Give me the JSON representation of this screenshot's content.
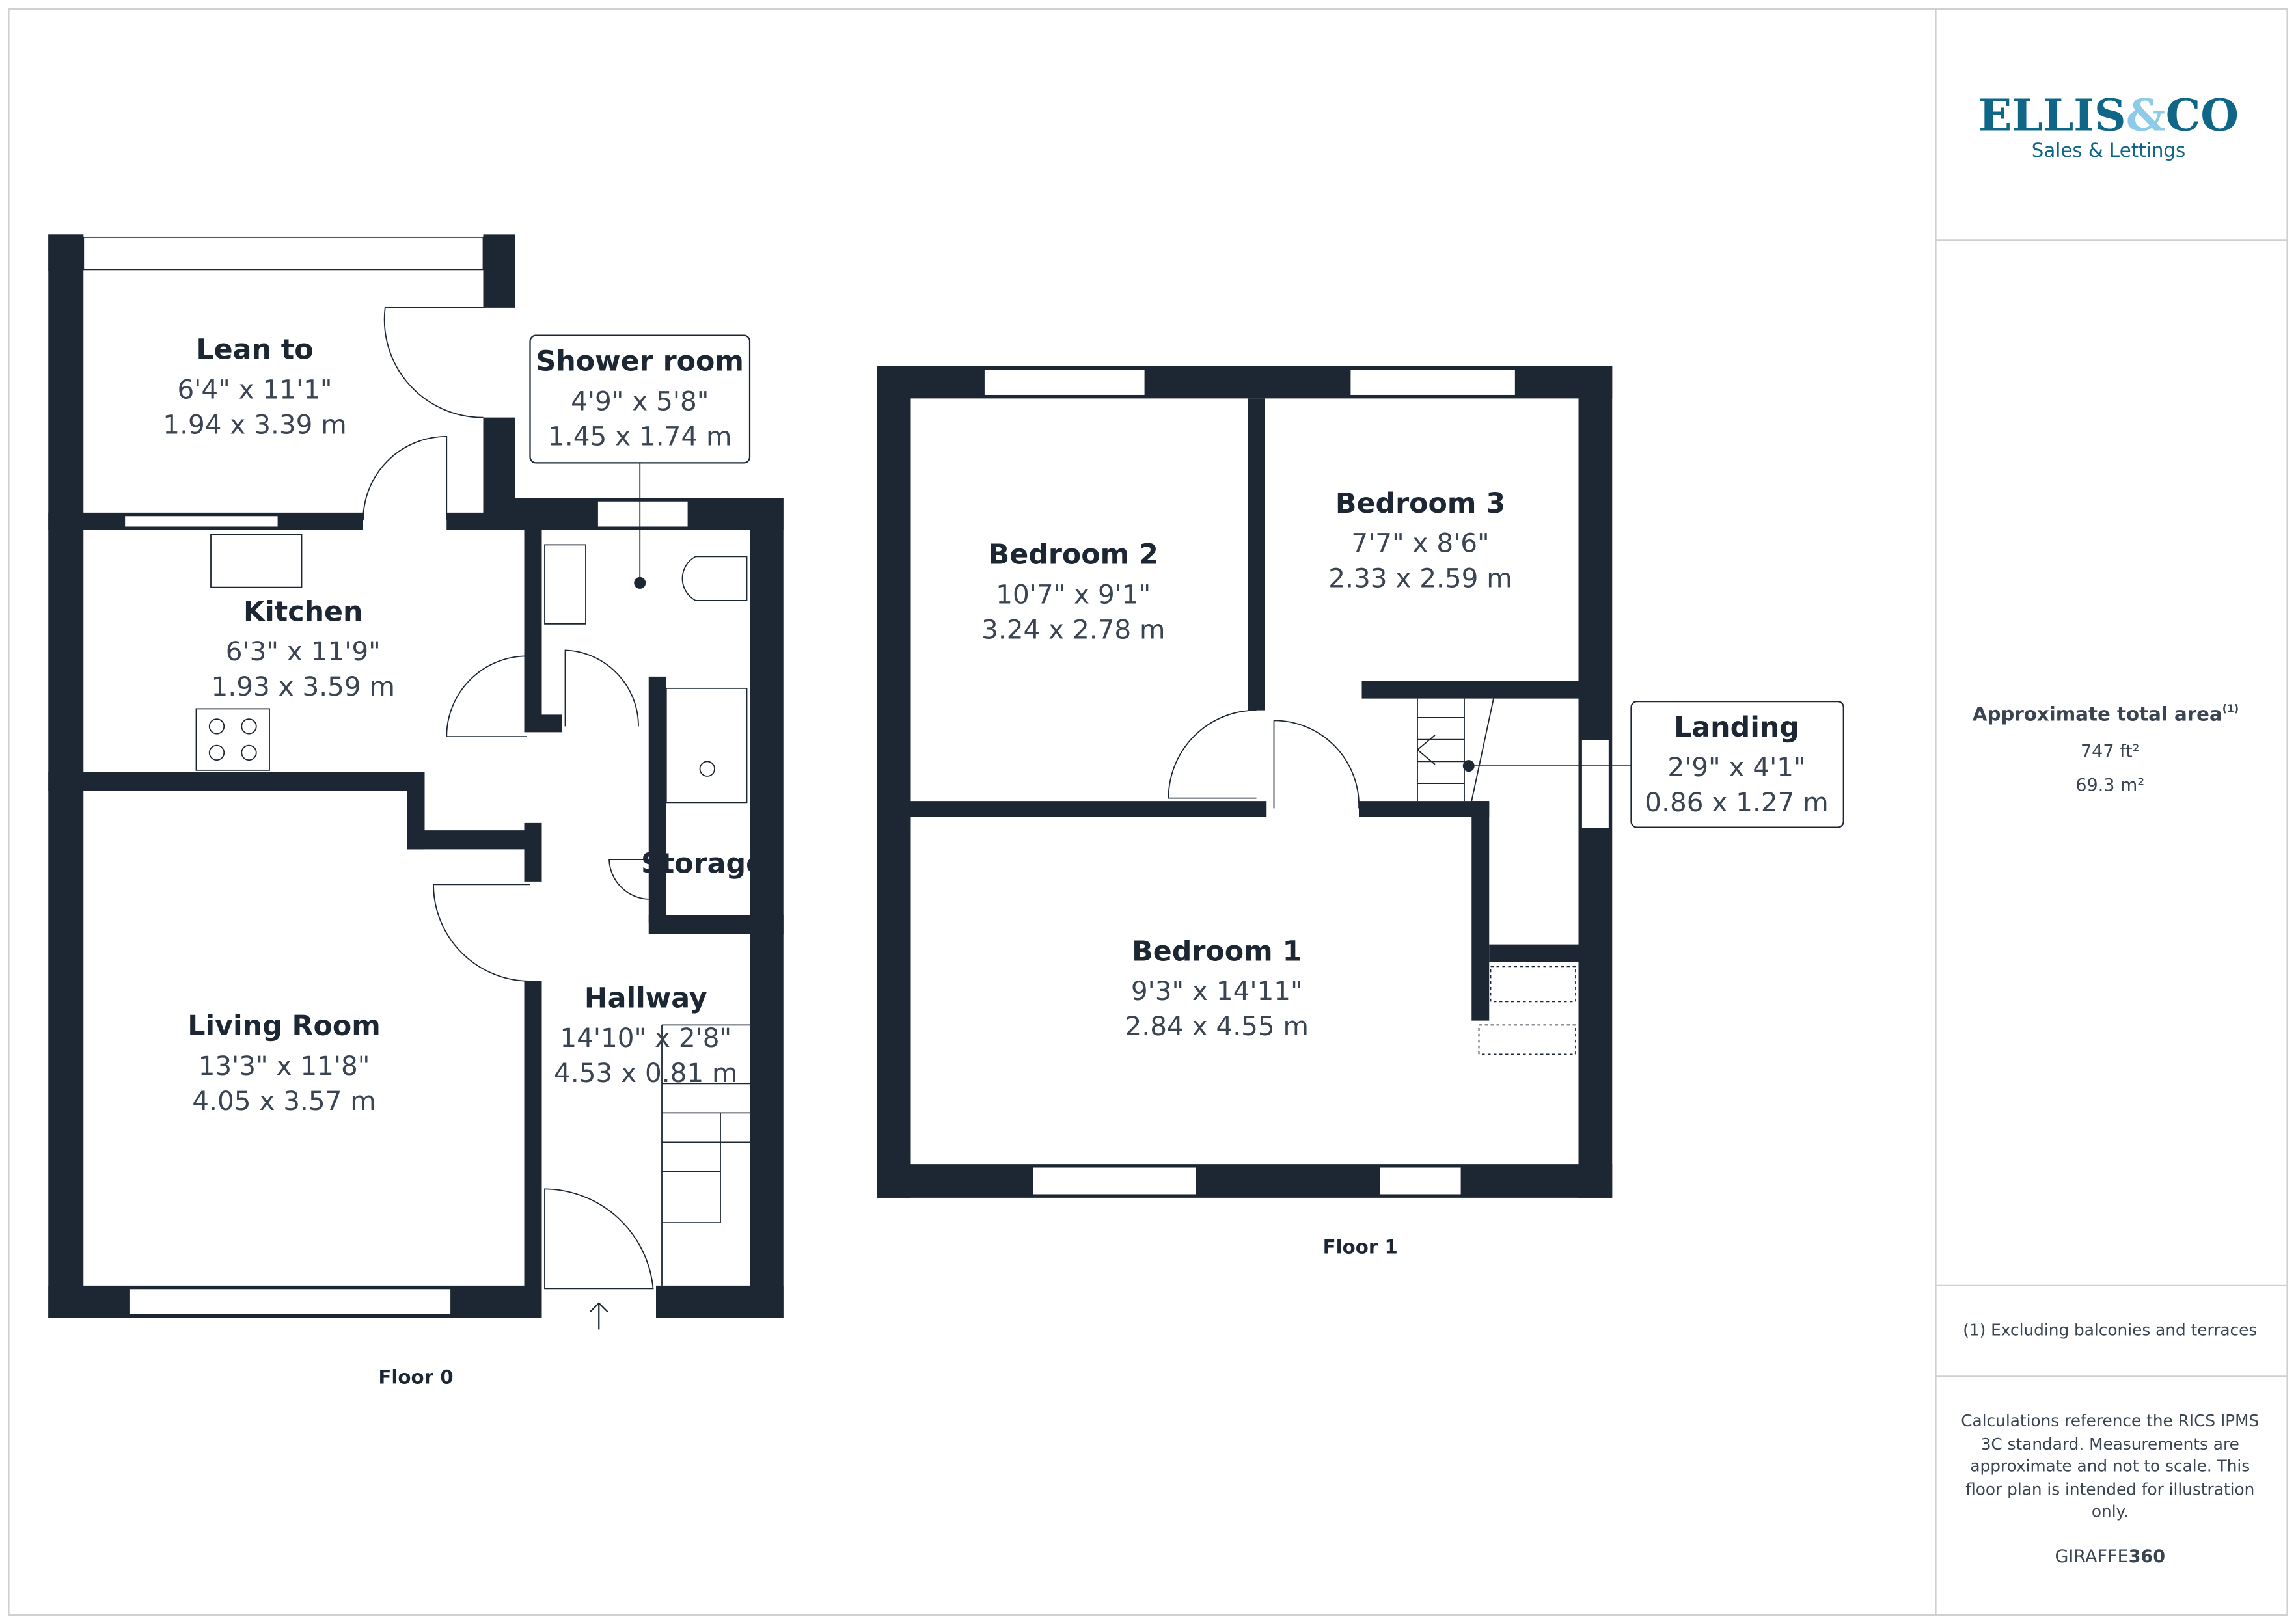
{
  "brand": {
    "name": "ELLIS&CO",
    "name_main": "ELLIS",
    "name_amp": "&",
    "name_end": "CO",
    "tagline": "Sales & Lettings",
    "color_primary": "#0f6686",
    "color_accent": "#8dcbe8"
  },
  "summary": {
    "title": "Approximate total area",
    "footnote_mark": "(1)",
    "area_ft": "747 ft²",
    "area_m": "69.3 m²"
  },
  "footnote": "(1) Excluding balconies and terraces",
  "disclaimer": [
    "Calculations reference the RICS IPMS",
    "3C standard. Measurements are",
    "approximate and not to scale. This",
    "floor plan is intended for illustration",
    "only."
  ],
  "credit": {
    "light": "GIRAFFE",
    "bold": "360"
  },
  "floors": [
    {
      "label": "Floor 0",
      "rooms": [
        {
          "name": "Lean to",
          "imperial": "6'4\" x 11'1\"",
          "metric": "1.94 x 3.39 m"
        },
        {
          "name": "Shower room",
          "imperial": "4'9\" x 5'8\"",
          "metric": "1.45 x 1.74 m"
        },
        {
          "name": "Kitchen",
          "imperial": "6'3\" x 11'9\"",
          "metric": "1.93 x 3.59 m"
        },
        {
          "name": "Storage"
        },
        {
          "name": "Living Room",
          "imperial": "13'3\" x 11'8\"",
          "metric": "4.05 x 3.57 m"
        },
        {
          "name": "Hallway",
          "imperial": "14'10\" x 2'8\"",
          "metric": "4.53 x 0.81 m"
        }
      ]
    },
    {
      "label": "Floor 1",
      "rooms": [
        {
          "name": "Bedroom 2",
          "imperial": "10'7\" x 9'1\"",
          "metric": "3.24 x 2.78 m"
        },
        {
          "name": "Bedroom 3",
          "imperial": "7'7\" x 8'6\"",
          "metric": "2.33 x 2.59 m"
        },
        {
          "name": "Landing",
          "imperial": "2'9\" x 4'1\"",
          "metric": "0.86 x 1.27 m"
        },
        {
          "name": "Bedroom 1",
          "imperial": "9'3\" x 14'11\"",
          "metric": "2.84 x 4.55 m"
        }
      ]
    }
  ]
}
